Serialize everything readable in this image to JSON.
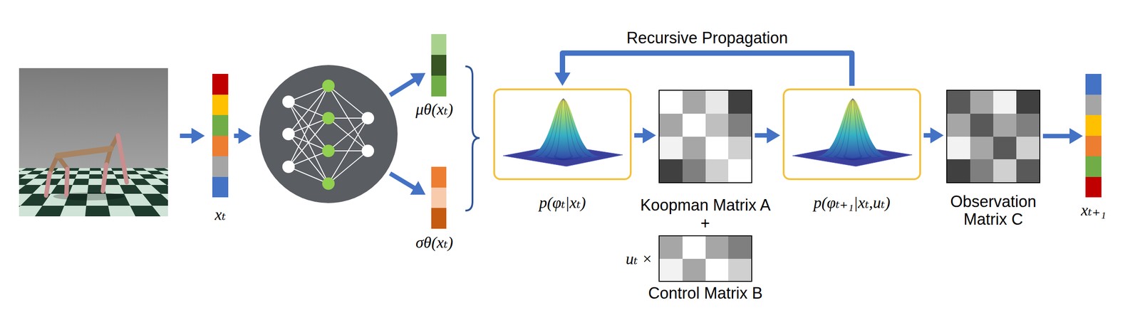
{
  "diagram": {
    "nodes": [
      {
        "text": [
          "xₜ"
        ]
      },
      {
        "text": [
          "μθ(xₜ)"
        ]
      },
      {
        "text": [
          "σθ(xₜ)"
        ]
      },
      {
        "text": [
          "p(φₜ|xₜ)"
        ]
      },
      {
        "text": [
          "Koopman Matrix A"
        ]
      },
      {
        "text": [
          "Control Matrix B"
        ]
      },
      {
        "text": [
          "p(φₜ₊₁|xₜ,uₜ)"
        ]
      },
      {
        "text": [
          "Observation Matrix C"
        ]
      },
      {
        "text": [
          "xₜ₊₁"
        ]
      }
    ],
    "edges": [
      {
        "from": 3,
        "to": 4,
        "arrow": "to"
      },
      {
        "from": 4,
        "to": 6,
        "arrow": "to"
      },
      {
        "from": 6,
        "to": 3,
        "arrow": "to",
        "label": "Recursive Propagation"
      },
      {
        "from": 6,
        "to": 7,
        "arrow": "to"
      },
      {
        "from": 7,
        "to": 8,
        "arrow": "to"
      }
    ],
    "labels": [
      "+",
      "uₜ ×"
    ]
  }
}
